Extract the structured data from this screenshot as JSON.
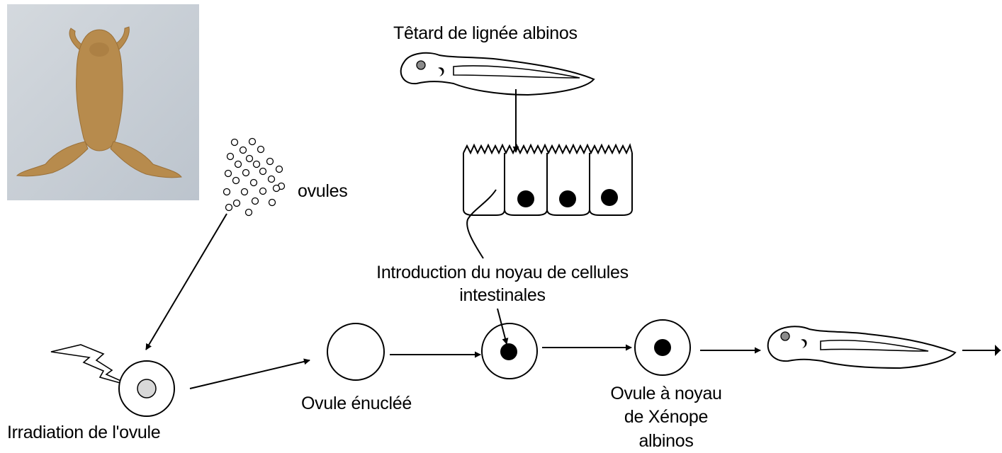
{
  "labels": {
    "tadpole_source": "Têtard de lignée albinos",
    "eggs": "ovules",
    "nucleus_intro_line1": "Introduction du noyau de cellules",
    "nucleus_intro_line2": "intestinales",
    "irradiation": "Irradiation de l'ovule",
    "enucleated": "Ovule énucléé",
    "result_line1": "Ovule à noyau",
    "result_line2": "de Xénope",
    "result_line3": "albinos"
  },
  "icons": {
    "photo": "xenopus-frog-photo",
    "lightning": "lightning-bolt-icon"
  },
  "colors": {
    "line": "#000000",
    "photo_bg": "#c9d0d8",
    "frog": "#b78b4d",
    "irradiated_nucleus": "#d8d8d8",
    "tadpole_eye": "#8a8a8a"
  }
}
